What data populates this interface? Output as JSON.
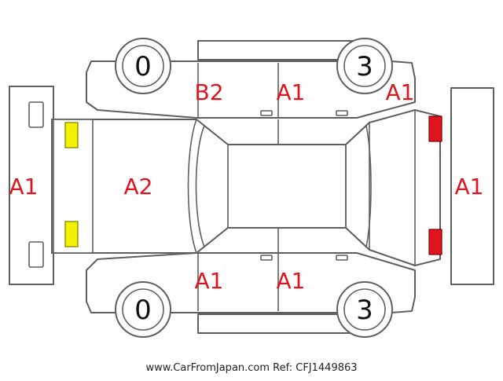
{
  "colors": {
    "damage_code": "#e0141e",
    "outline": "#5f5f5f",
    "rear_lamp": "#f2f200",
    "front_lamp": "#e0141e"
  },
  "wheels": {
    "top_left": "0",
    "top_right": "3",
    "bottom_left": "0",
    "bottom_right": "3"
  },
  "codes": {
    "rear_bumper": "A1",
    "trunk": "A2",
    "rear_door_top": "B2",
    "front_door_top": "A1",
    "front_fender_top": "A1",
    "front_bumper": "A1",
    "rear_door_bottom": "A1",
    "front_door_bottom": "A1"
  },
  "footer": {
    "text": "www.CarFromJapan.com Ref: CFJ1449863"
  }
}
